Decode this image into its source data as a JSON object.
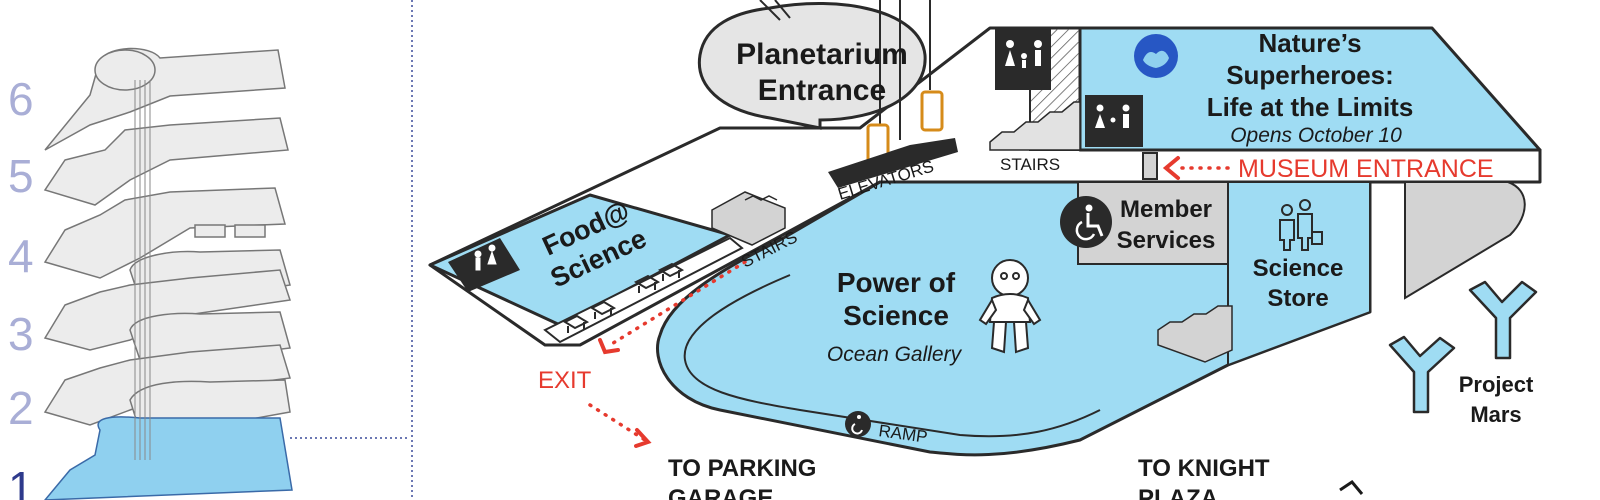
{
  "floor_selector": {
    "floors": [
      "6",
      "5",
      "4",
      "3",
      "2",
      "1"
    ],
    "active_floor": "1"
  },
  "map": {
    "planetarium": {
      "line1": "Planetarium",
      "line2": "Entrance"
    },
    "exhibit": {
      "line1": "Nature’s",
      "line2": "Superheroes:",
      "line3": "Life at the Limits",
      "subtitle": "Opens October 10"
    },
    "elevators": "ELEVATORS",
    "stairs_top": "STAIRS",
    "stairs_left": "STAIRS",
    "museum_entrance": "MUSEUM ENTRANCE",
    "food": {
      "line1": "Food@",
      "line2": "Science"
    },
    "member_services": {
      "line1": "Member",
      "line2": "Services"
    },
    "power_of_science": {
      "line1": "Power of",
      "line2": "Science",
      "subtitle": "Ocean Gallery"
    },
    "science_store": {
      "line1": "Science",
      "line2": "Store"
    },
    "exit": "EXIT",
    "ramp": "RAMP",
    "project_mars": {
      "line1": "Project",
      "line2": "Mars"
    },
    "to_parking": {
      "line1": "TO PARKING",
      "line2": "GARAGE"
    },
    "to_knight": {
      "line1": "TO KNIGHT",
      "line2": "PLAZA"
    }
  },
  "colors": {
    "gallery_blue": "#9fdcf3",
    "outline": "#2a2a2a",
    "accent_red": "#e63a2e",
    "floor_number": "#a9aed6",
    "active_floor": "#2e3a8c",
    "gray_block": "#d3d3d3"
  },
  "icons": [
    "restroom-icon",
    "family-restroom-icon",
    "accessible-icon",
    "elevator-icon",
    "diver-suit-icon",
    "hands-icon"
  ]
}
